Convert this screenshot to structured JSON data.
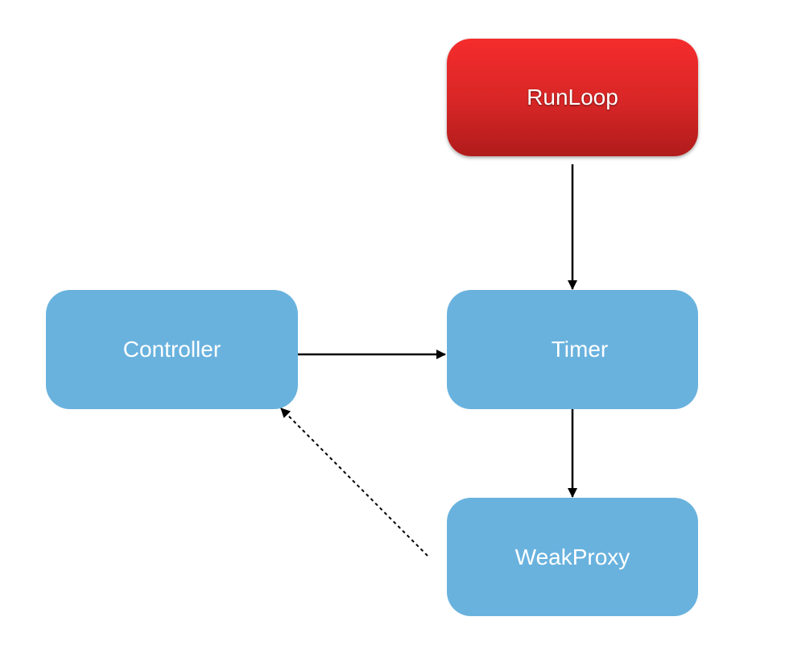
{
  "diagram": {
    "nodes": {
      "runloop": {
        "label": "RunLoop",
        "color": "#e32626"
      },
      "controller": {
        "label": "Controller",
        "color": "#69b2de"
      },
      "timer": {
        "label": "Timer",
        "color": "#69b2de"
      },
      "weakproxy": {
        "label": "WeakProxy",
        "color": "#69b2de"
      }
    },
    "edges": [
      {
        "from": "runloop",
        "to": "timer",
        "style": "solid"
      },
      {
        "from": "controller",
        "to": "timer",
        "style": "solid"
      },
      {
        "from": "timer",
        "to": "weakproxy",
        "style": "solid"
      },
      {
        "from": "weakproxy",
        "to": "controller",
        "style": "dashed"
      }
    ]
  }
}
